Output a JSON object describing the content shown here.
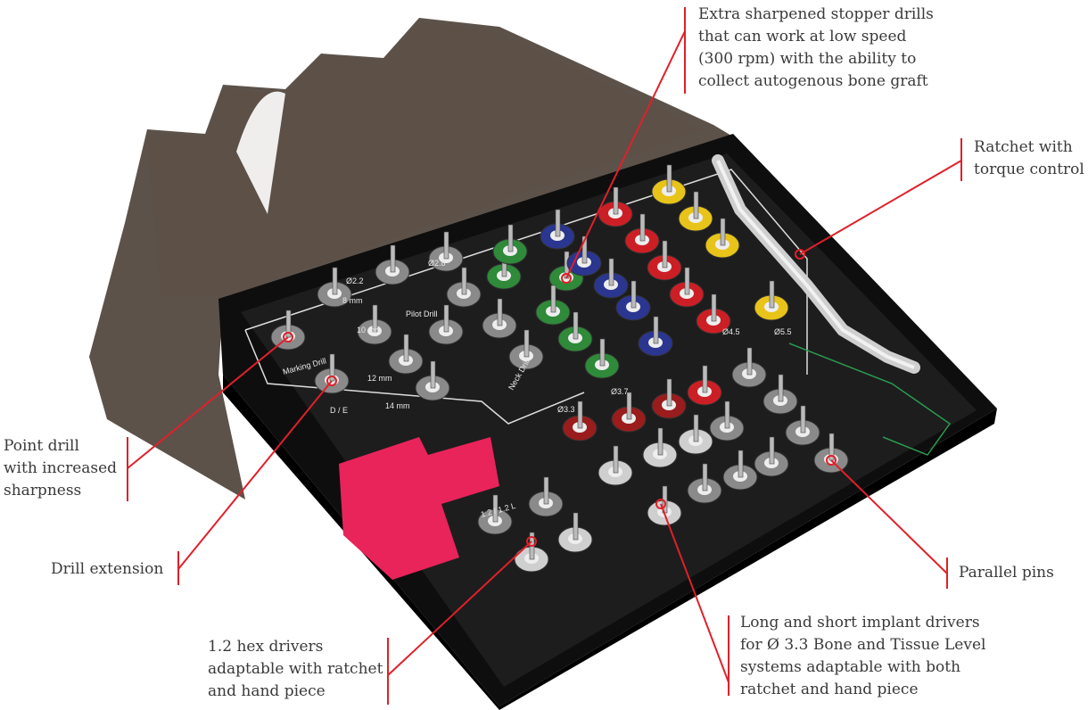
{
  "colors": {
    "accent": "#e0202a",
    "text": "#3a3a3a",
    "case": "#111111",
    "lid": "#4a3f36",
    "logo": "#e8245a"
  },
  "callouts": [
    {
      "id": "stopper-drills",
      "text": "Extra sharpened stopper drills\nthat can work at low speed\n(300 rpm) with the ability to\ncollect autogenous bone graft"
    },
    {
      "id": "ratchet",
      "text": "Ratchet with\ntorque control"
    },
    {
      "id": "point-drill",
      "text": "Point drill\nwith increased\nsharpness"
    },
    {
      "id": "drill-extension",
      "text": "Drill extension"
    },
    {
      "id": "hex-drivers",
      "text": "1.2 hex drivers\nadaptable with ratchet\nand hand piece"
    },
    {
      "id": "implant-drivers",
      "text": "Long and short implant drivers\nfor Ø 3.3 Bone and Tissue Level\nsystems adaptable with both\nratchet and hand piece"
    },
    {
      "id": "parallel-pins",
      "text": "Parallel pins"
    }
  ],
  "kit_labels": {
    "l8": "8 mm",
    "l10": "10 mm",
    "l12": "12 mm",
    "l14": "14 mm",
    "pilot": "Pilot Drill",
    "marking": "Marking Drill",
    "de": "D / E",
    "neck": "Neck Drill",
    "d33": "Ø3.3",
    "d22": "Ø2.2",
    "d28": "Ø2.8",
    "d37": "Ø3.7",
    "d45": "Ø4.5",
    "d55": "Ø5.5",
    "hex": "1.2 / 1.2 L"
  }
}
